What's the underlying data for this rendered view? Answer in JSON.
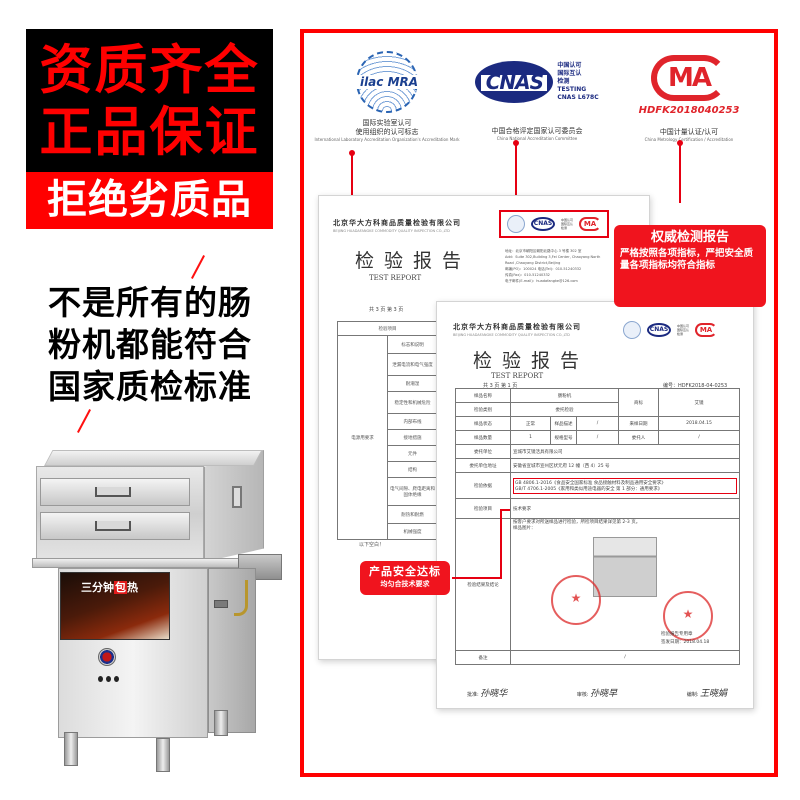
{
  "left_panel": {
    "headline_lines": [
      "资质齐全",
      "正品保证"
    ],
    "banner": "拒绝劣质品",
    "claim_lines": [
      "不是所有的肠",
      "粉机都能符合",
      "国家质检标准"
    ],
    "product": {
      "poster_title_pre": "三分钟",
      "poster_title_hl": "包",
      "poster_title_post": "热"
    }
  },
  "certifications": [
    {
      "id": "ilac",
      "mark_text": "ilac MRA",
      "caption_lines": [
        "国际实验室认可",
        "使用组织的认可标志"
      ],
      "caption_en": "International Laboratory Accreditation Organization's Accreditation Mark"
    },
    {
      "id": "cnas",
      "mark_text": "CNAS",
      "side_lines": [
        "中国认可",
        "国际互认",
        "检测",
        "TESTING",
        "CNAS L678C"
      ],
      "caption_lines": [
        "中国合格评定国家认可委员会"
      ],
      "caption_en": "China National Accreditation Committee"
    },
    {
      "id": "cma",
      "mark_text": "MA",
      "code": "HDFK2018040253",
      "caption_lines": [
        "中国计量认证/认可"
      ],
      "caption_en": "China Metrology Certification / Accreditation"
    }
  ],
  "report_back": {
    "org_cn": "北京华大方科商品质量检验有限公司",
    "org_en": "BEIJING HUADAFANGKE COMMODITY QUALITY INSPECTION CO.,LTD",
    "title_cn": "检验报告",
    "title_en": "TEST REPORT",
    "address_lines": [
      "地址：北京市朝阳区朝阳北路中心 3 号楼 302 室",
      "Add：Suite 302,Building 3,Fei Center, Chaoyang North",
      "Road ,Chaoyang District,Beijing",
      "邮编(PO)：100024   电话(Tel)：010-51240332",
      "传真(Fax)：010-51240332",
      "电子邮件(E-mail)：huadafangke@126.com"
    ],
    "page_info": "共 3 页 第 3 页",
    "header_cell": "检验项目",
    "group_label": "电源用要求",
    "items": [
      "标志和说明",
      "泄漏电流和电气强度",
      "耐潮湿",
      "稳定性和机械危险",
      "内部布线",
      "接地措施",
      "元件",
      "结构",
      "电气间隙、爬电距离和固体绝缘",
      "耐热和耐燃",
      "机械强度"
    ],
    "end_note": "以下空白！"
  },
  "report_front": {
    "org_cn": "北京华大方科商品质量检验有限公司",
    "org_en": "BEIJING HUADAFANGKE COMMODITY QUALITY INSPECTION CO.,LTD",
    "title_cn": "检验报告",
    "title_en": "TEST REPORT",
    "page_info": "共 3 页 第 1 页",
    "report_no": "编号：HDFK2018-04-0253",
    "rows": {
      "sample_name_label": "样品名称",
      "sample_name": "肠粉机",
      "trademark_label": "商标",
      "trademark": "艾镜",
      "test_type_label": "检验类别",
      "test_type": "委托检验",
      "sample_state_label": "样品状态",
      "sample_state": "正常",
      "sample_desc_label": "样品描述",
      "sample_desc": "/",
      "receive_date_label": "来样日期",
      "receive_date": "2018.04.15",
      "quantity_label": "样品数量",
      "quantity": "1",
      "model_label": "规格型号",
      "model": "/",
      "client_person_label": "委托人",
      "client_person": "/",
      "client_label": "委托单位",
      "client": "宣城市艾镜活具有限公司",
      "client_addr_label": "委托单位地址",
      "client_addr": "安徽省宣城市宣州区状元府 12 幢（西 4）25 号",
      "basis_label": "检验依据",
      "basis_lines": [
        "GB 4806.1-2016《食品安全国家标准 食品接触材料及制品通用安全要求》",
        "GB/T 4706.1-2005《家用和类似用途电器的安全 第 1 部分：通用要求》"
      ],
      "item_label": "检验项目",
      "item": "技术要求",
      "conclusion_label": "检验结果及结论",
      "conclusion_lines": [
        "按客户要求对所送样品进行检验，所检项目结果详见第 2-3 页。",
        "样品图片："
      ],
      "stamp_note": "检验报告专用章",
      "issue_date": "签发日期：2018.04.18",
      "remark_label": "备注",
      "remark": "/"
    },
    "signatures": [
      {
        "role": "批准",
        "name": "孙晓华"
      },
      {
        "role": "审核",
        "name": "孙晓早"
      },
      {
        "role": "编制",
        "name": "王晓娟"
      }
    ]
  },
  "callouts": {
    "authority": {
      "title": "权威检测报告",
      "body": "严格按照各项指标，严把安全质量各项指标均符合指标"
    },
    "safety": {
      "title": "产品安全达标",
      "body": "均匀合技术要求"
    }
  },
  "colors": {
    "brand_red": "#ff0000",
    "callout_red": "#f0141e",
    "cnas_blue": "#1b2a80",
    "cma_red": "#e0242b"
  }
}
